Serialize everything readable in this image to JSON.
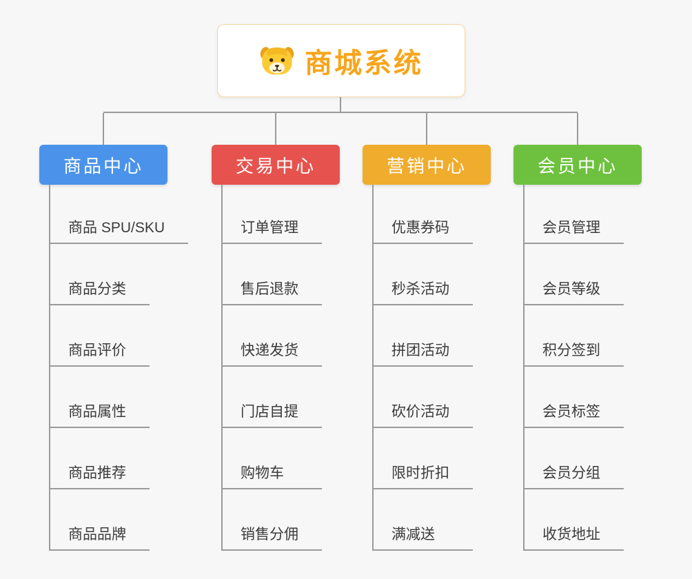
{
  "root": {
    "title": "商城系统",
    "icon": "dog-face-icon"
  },
  "colors": {
    "line": "#9a9a9a",
    "root_border": "#f3d9a2",
    "root_title": "#f7a51c",
    "child_text": "#3b3b3b"
  },
  "branches": [
    {
      "label": "商品中心",
      "color": "#4b93ea",
      "children": [
        "商品 SPU/SKU",
        "商品分类",
        "商品评价",
        "商品属性",
        "商品推荐",
        "商品品牌"
      ]
    },
    {
      "label": "交易中心",
      "color": "#e6534e",
      "children": [
        "订单管理",
        "售后退款",
        "快递发货",
        "门店自提",
        "购物车",
        "销售分佣"
      ]
    },
    {
      "label": "营销中心",
      "color": "#efac2d",
      "children": [
        "优惠券码",
        "秒杀活动",
        "拼团活动",
        "砍价活动",
        "限时折扣",
        "满减送"
      ]
    },
    {
      "label": "会员中心",
      "color": "#6ec13e",
      "children": [
        "会员管理",
        "会员等级",
        "积分签到",
        "会员标签",
        "会员分组",
        "收货地址"
      ]
    }
  ]
}
